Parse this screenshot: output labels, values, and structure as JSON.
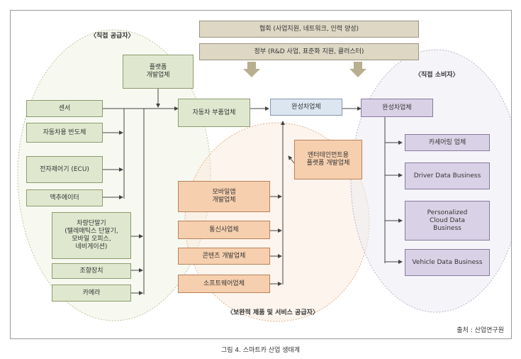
{
  "groups": {
    "direct_supplier": "〈직접 공급자〉",
    "direct_consumer": "〈직접 소비자〉",
    "complementary": "〈보완적 제품 및 서비스 공급자〉"
  },
  "boxes": {
    "association": "협회 (사업지원, 네트워크, 인력 양성)",
    "government": "정부 (R&D 사업, 표준화 지원, 클러스터)",
    "platform_dev": "플랫폼\n개발업체",
    "sensor": "센서",
    "semiconductor": "자동차용 반도체",
    "ecu": "전자제어기 (ECU)",
    "actuator": "액추에이터",
    "terminal": "차량단말기\n(텔레매틱스 단말기,\n모바일 오피스,\n네비게이션)",
    "steering": "조향장치",
    "camera": "카메라",
    "parts_maker": "자동차 부품업체",
    "oem1": "완성차업체",
    "oem2": "완성차업체",
    "entertainment": "엔터테인먼트용\n플랫폼 개발업체",
    "mobile_app": "모바일앱\n개발업체",
    "telecom": "통신사업체",
    "contents": "콘텐츠 개발업체",
    "software": "소프트웨어업체",
    "carsharing": "카셰어링 업체",
    "driver_data": "Driver Data Business",
    "personalized": "Personalized\nCloud Data\nBusiness",
    "vehicle_data": "Vehicle Data Business"
  },
  "source": "출처 : 산업연구원",
  "caption": "그림 4. 스마트카 산업 생태계"
}
